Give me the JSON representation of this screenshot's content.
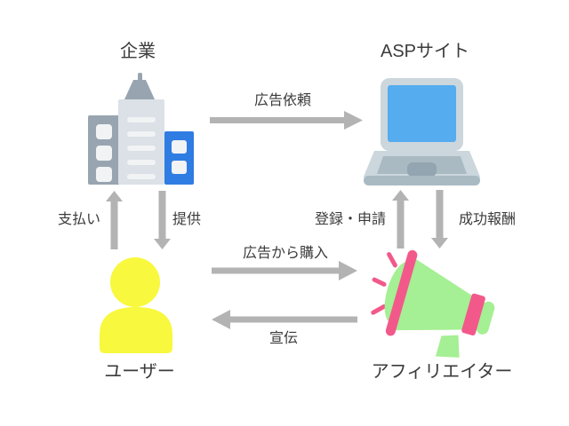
{
  "colors": {
    "background": "#ffffff",
    "arrow": "#b3b3b3",
    "text": "#3b3b3b",
    "building_gray": "#98a5b0",
    "building_light": "#dbe1e6",
    "building_blue": "#2f7de2",
    "building_window": "#f1f3f4",
    "laptop_body": "#ccd6dd",
    "laptop_screen": "#55acee",
    "laptop_keyboard": "#a9bac3",
    "laptop_notch": "#93a5b0",
    "person_yellow": "#f8f83e",
    "megaphone_green": "#a5ef94",
    "megaphone_pink": "#f2598a"
  },
  "nodes": {
    "company": {
      "label": "企業",
      "icon": "building-icon"
    },
    "asp_site": {
      "label": "ASPサイト",
      "icon": "laptop-icon"
    },
    "user": {
      "label": "ユーザー",
      "icon": "person-icon"
    },
    "affiliater": {
      "label": "アフィリエイター",
      "icon": "megaphone-icon"
    }
  },
  "arrows": {
    "ad_request": {
      "label": "広告依頼",
      "from": "企業",
      "to": "ASPサイト",
      "direction": "right"
    },
    "payment": {
      "label": "支払い",
      "from": "ユーザー",
      "to": "企業",
      "direction": "up"
    },
    "provide": {
      "label": "提供",
      "from": "企業",
      "to": "ユーザー",
      "direction": "down"
    },
    "register_apply": {
      "label": "登録・申請",
      "from": "アフィリエイター",
      "to": "ASPサイト",
      "direction": "up"
    },
    "success_reward": {
      "label": "成功報酬",
      "from": "ASPサイト",
      "to": "アフィリエイター",
      "direction": "down"
    },
    "purchase_via_ad": {
      "label": "広告から購入",
      "from": "ユーザー",
      "to": "アフィリエイター",
      "direction": "right"
    },
    "promotion": {
      "label": "宣伝",
      "from": "アフィリエイター",
      "to": "ユーザー",
      "direction": "left"
    }
  }
}
